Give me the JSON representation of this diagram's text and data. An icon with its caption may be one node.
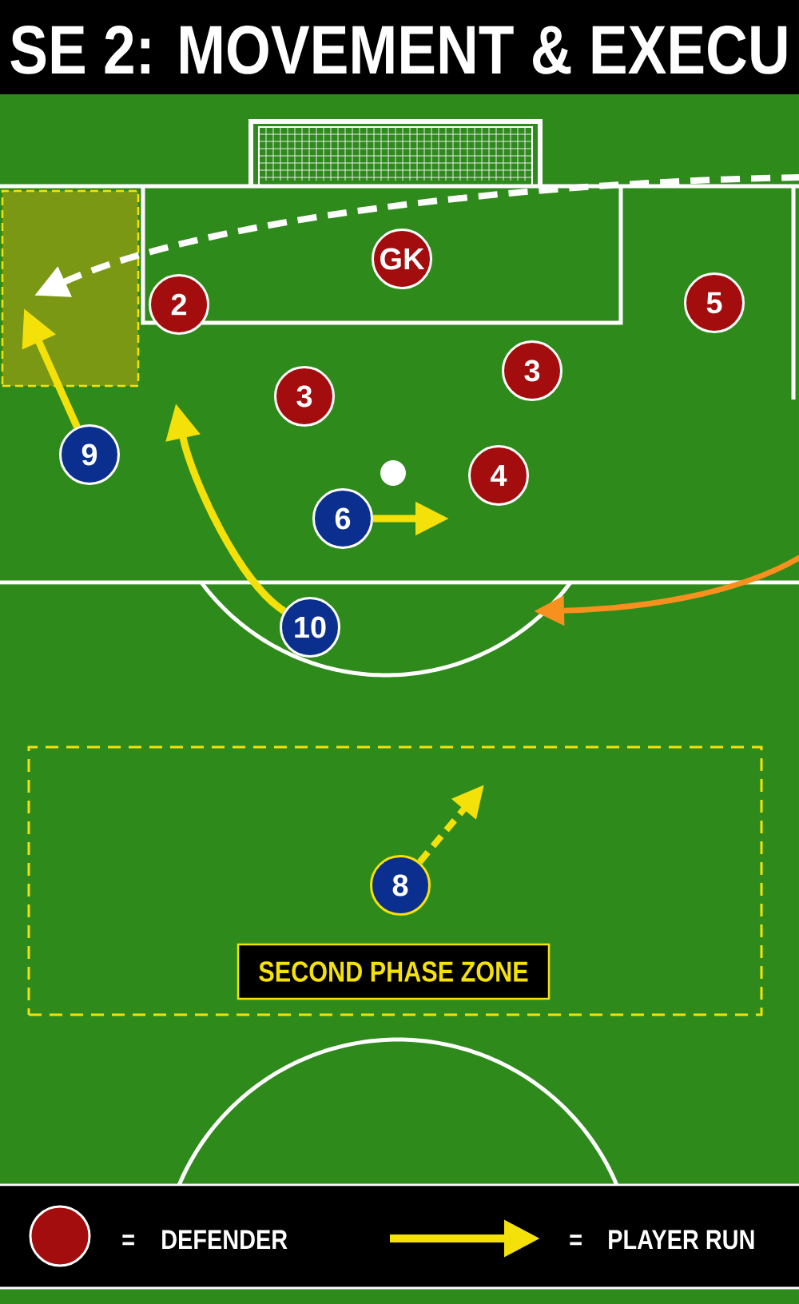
{
  "diagram": {
    "title": "SE 2: MOVEMENT & EXECU",
    "nodes": [
      {
        "text": [],
        "shape": "box"
      },
      {
        "text": [
          "GK"
        ]
      },
      {
        "text": [
          "2"
        ]
      },
      {
        "text": [
          "5"
        ]
      },
      {
        "text": [
          "3"
        ]
      },
      {
        "text": [
          "3"
        ]
      },
      {
        "text": [
          "9"
        ]
      },
      {
        "text": [
          "4"
        ]
      },
      {
        "text": [
          "6"
        ]
      },
      {
        "text": [
          "10"
        ]
      },
      {
        "text": [],
        "shape": "box"
      },
      {
        "text": [
          "8"
        ],
        "in": 10
      },
      {
        "text": [
          "SECOND PHASE ZONE"
        ],
        "in": 10
      }
    ],
    "edges": [
      {
        "from": null,
        "to": 0,
        "arrow": "to",
        "style": "dashed",
        "color": "#ffffff"
      },
      {
        "from": 6,
        "to": 0,
        "arrow": "to"
      },
      {
        "from": 9,
        "to": null,
        "arrow": "to"
      },
      {
        "from": 8,
        "to": null,
        "arrow": "to"
      },
      {
        "from": 11,
        "to": null,
        "arrow": "to",
        "style": "dashed"
      }
    ],
    "labels": [
      "=",
      "="
    ],
    "legend": [
      {
        "text": "DEFENDER",
        "color": "#a30d0d"
      },
      {
        "text": "PLAYER RUN"
      }
    ]
  }
}
